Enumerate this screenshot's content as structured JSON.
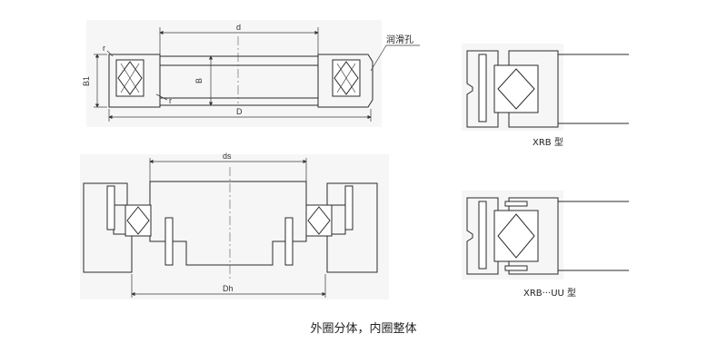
{
  "top_left_drawing": {
    "label_d": "d",
    "label_r_top": "r",
    "label_r_bottom": "r",
    "label_B1": "B1",
    "label_B": "B",
    "label_D": "D",
    "label_lubrication_hole": "润滑孔"
  },
  "bottom_left_drawing": {
    "label_ds": "ds",
    "label_Dh": "Dh"
  },
  "right_top_drawing": {
    "caption": "XRB 型"
  },
  "right_bottom_drawing": {
    "caption": "XRB···UU 型"
  },
  "footer": {
    "caption": "外圈分体，内圈整体"
  },
  "colors": {
    "hatch": "#333333",
    "panel": "#f6f6f6",
    "line": "#2b2b2b"
  }
}
